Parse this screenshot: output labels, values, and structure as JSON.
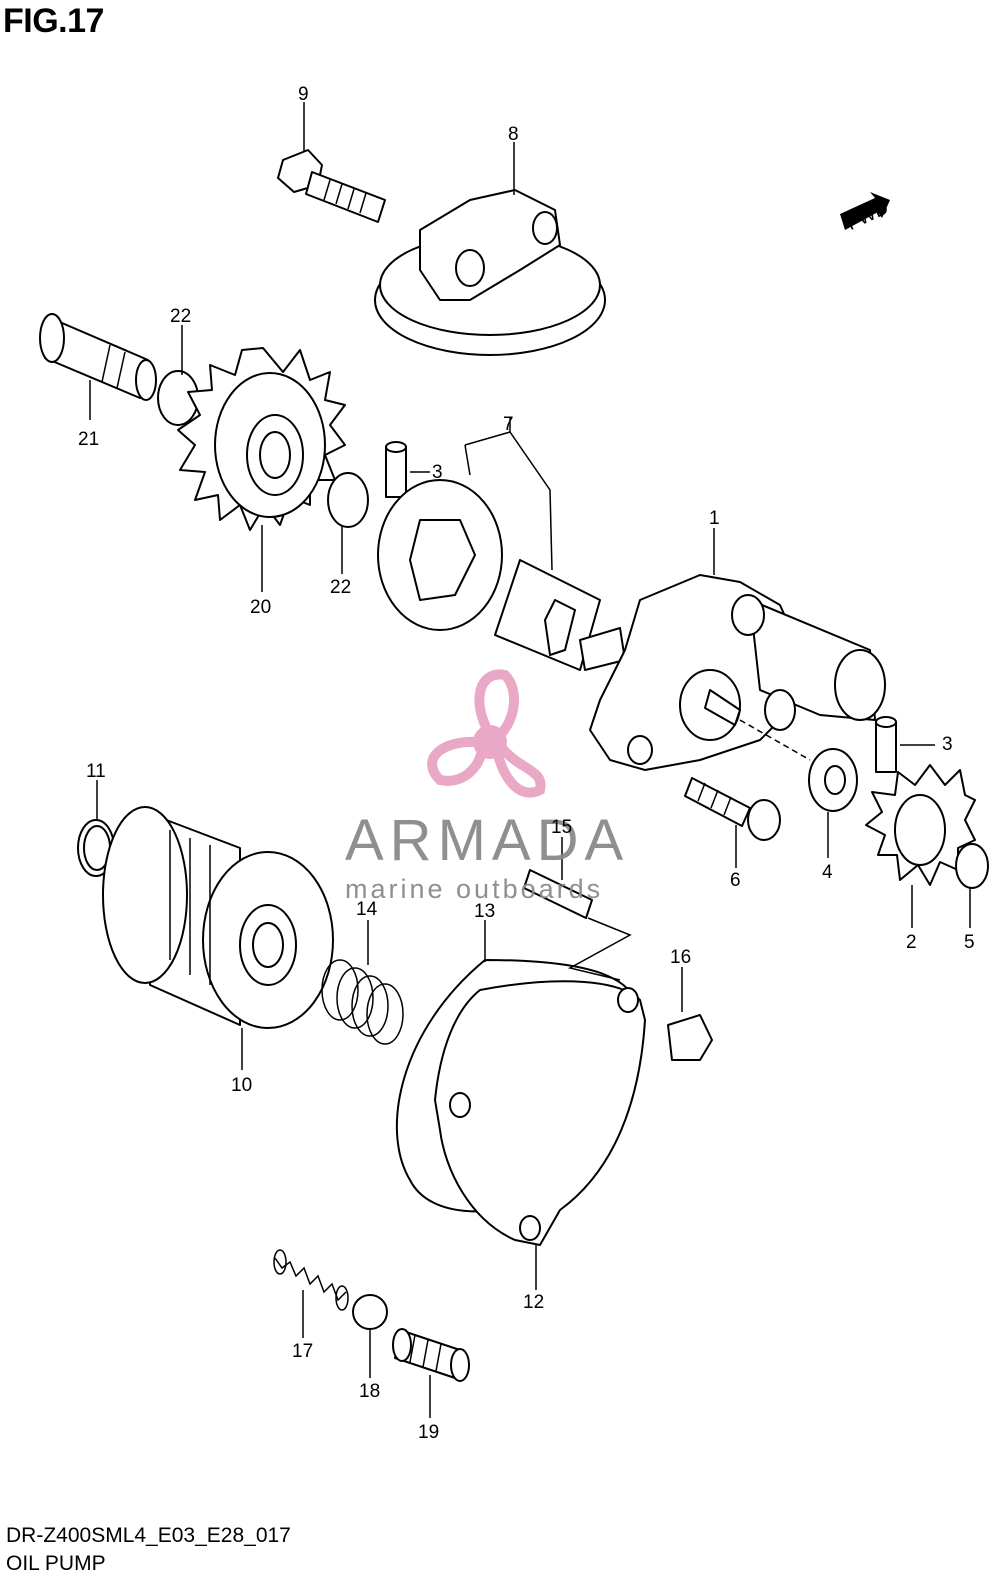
{
  "figure": {
    "title": "FIG.17",
    "code": "DR-Z400SML4_E03_E28_017",
    "name": "OIL PUMP"
  },
  "fwd_label": "FWD",
  "watermark": {
    "brand": "ARMADA",
    "tagline": "marine outboards",
    "brand_color": "#8a8a8a",
    "logo_color": "#e8a4c4"
  },
  "callouts": {
    "p1": "1",
    "p2": "2",
    "p3a": "3",
    "p3b": "3",
    "p4": "4",
    "p5": "5",
    "p6": "6",
    "p7": "7",
    "p8": "8",
    "p9": "9",
    "p10": "10",
    "p11": "11",
    "p12": "12",
    "p13": "13",
    "p14": "14",
    "p15": "15",
    "p16": "16",
    "p17": "17",
    "p18": "18",
    "p19": "19",
    "p20": "20",
    "p21": "21",
    "p22a": "22",
    "p22b": "22"
  }
}
